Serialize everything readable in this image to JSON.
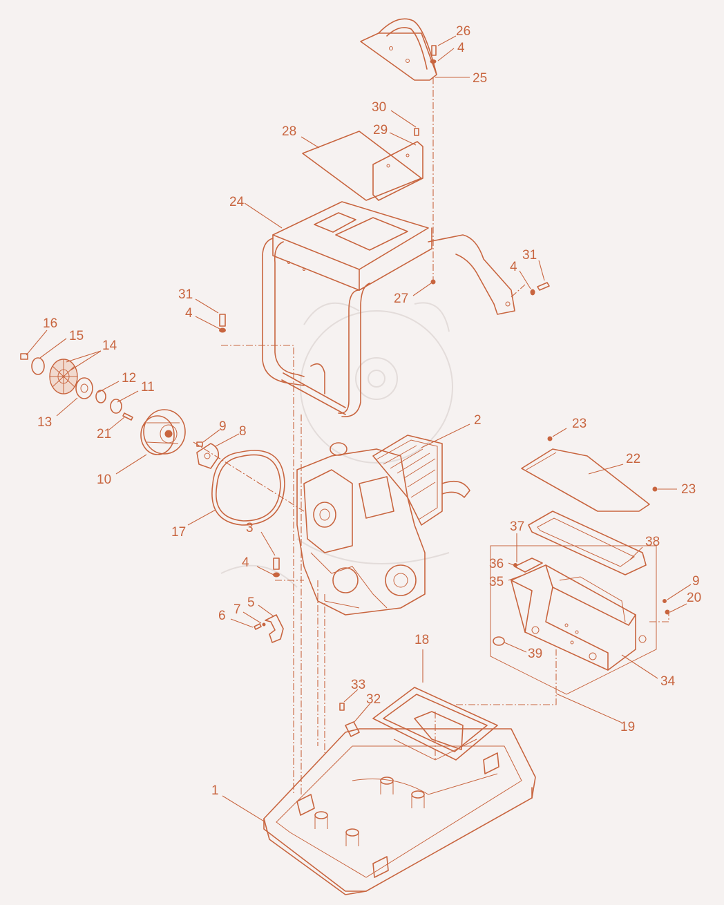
{
  "colors": {
    "line": "#c8653f",
    "background": "#f6f2f1"
  },
  "callouts": [
    {
      "num": "26"
    },
    {
      "num": "4"
    },
    {
      "num": "25"
    },
    {
      "num": "30"
    },
    {
      "num": "29"
    },
    {
      "num": "28"
    },
    {
      "num": "24"
    },
    {
      "num": "31"
    },
    {
      "num": "4"
    },
    {
      "num": "27"
    },
    {
      "num": "31"
    },
    {
      "num": "4"
    },
    {
      "num": "16"
    },
    {
      "num": "15"
    },
    {
      "num": "14"
    },
    {
      "num": "12"
    },
    {
      "num": "11"
    },
    {
      "num": "13"
    },
    {
      "num": "21"
    },
    {
      "num": "9"
    },
    {
      "num": "8"
    },
    {
      "num": "10"
    },
    {
      "num": "2"
    },
    {
      "num": "17"
    },
    {
      "num": "23"
    },
    {
      "num": "22"
    },
    {
      "num": "23"
    },
    {
      "num": "37"
    },
    {
      "num": "38"
    },
    {
      "num": "36"
    },
    {
      "num": "35"
    },
    {
      "num": "3"
    },
    {
      "num": "4"
    },
    {
      "num": "5"
    },
    {
      "num": "7"
    },
    {
      "num": "6"
    },
    {
      "num": "9"
    },
    {
      "num": "20"
    },
    {
      "num": "39"
    },
    {
      "num": "34"
    },
    {
      "num": "18"
    },
    {
      "num": "33"
    },
    {
      "num": "32"
    },
    {
      "num": "19"
    },
    {
      "num": "1"
    }
  ]
}
